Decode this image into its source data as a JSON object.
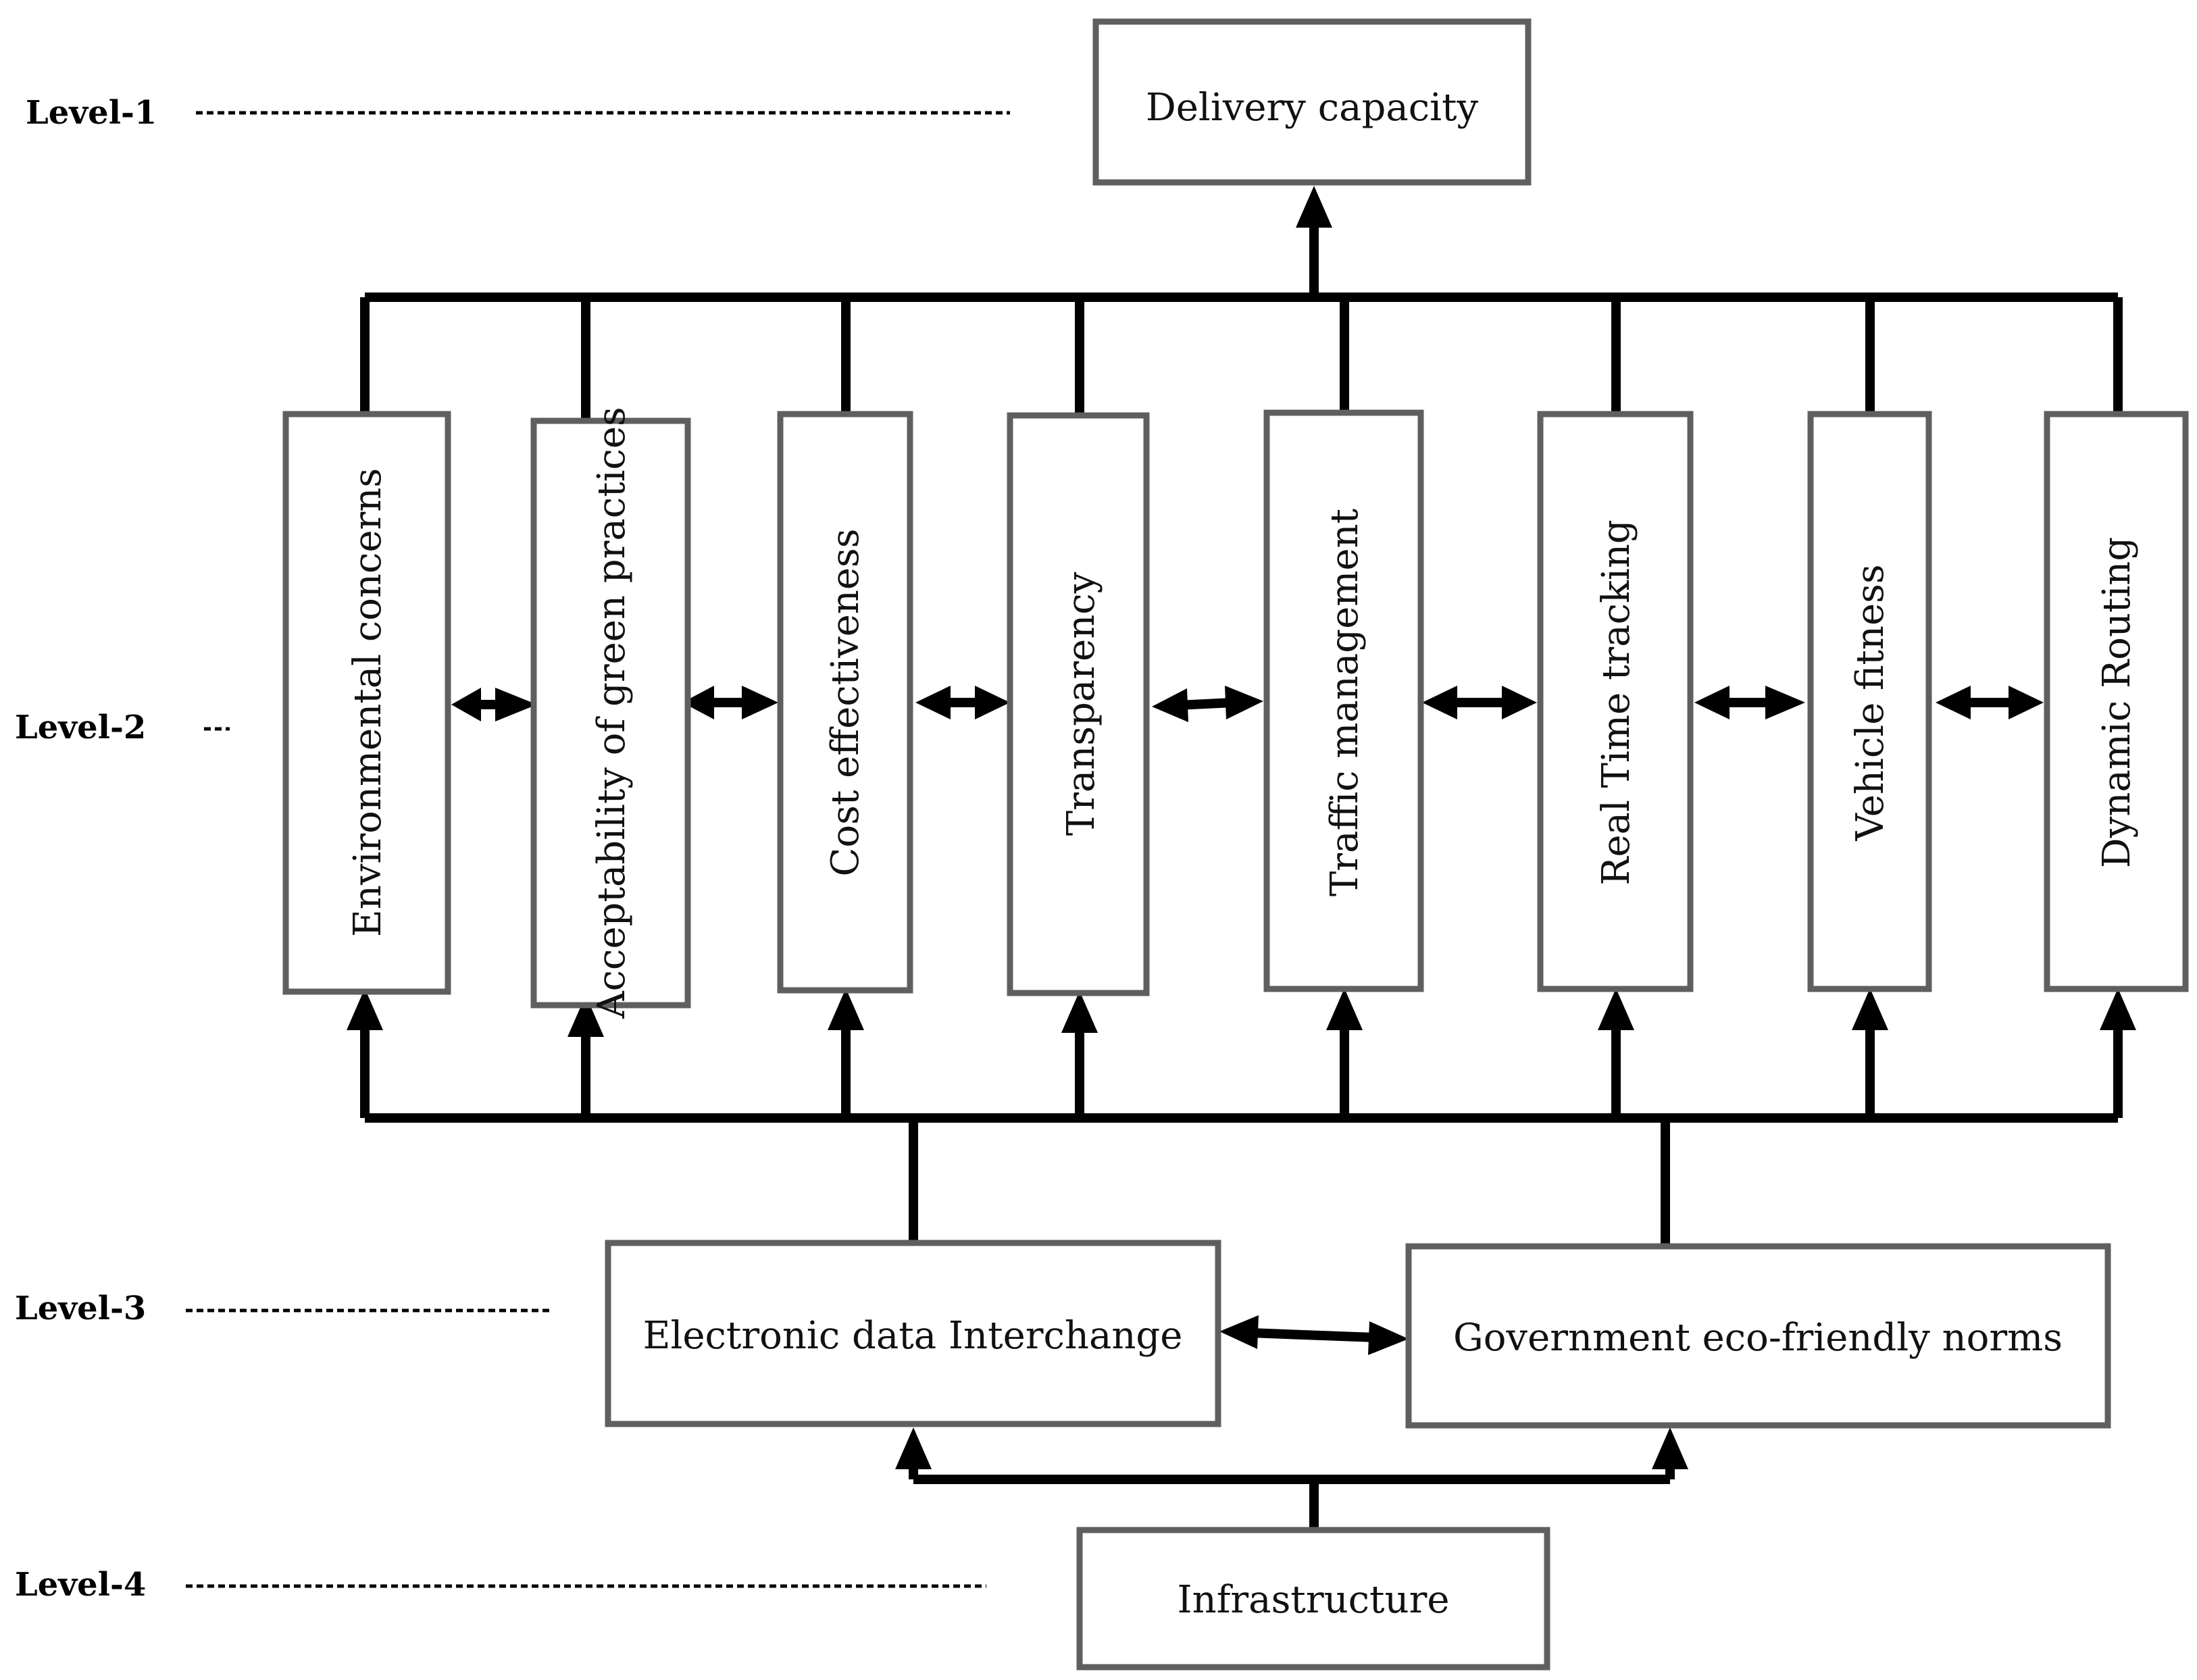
{
  "levels": {
    "l1": "Level-1",
    "l2": "Level-2",
    "l3": "Level-3",
    "l4": "Level-4"
  },
  "nodes": {
    "delivery_capacity": "Delivery capacity",
    "environmental_concerns": "Environmental concerns",
    "acceptability_green": "Acceptability of green practices",
    "cost_effectiveness": "Cost effectiveness",
    "transparency": "Transparency",
    "traffic_management": "Traffic management",
    "real_time_tracking": "Real Time tracking",
    "vehicle_fitness": "Vehicle fitness",
    "dynamic_routing": "Dynamic Routing",
    "edi": "Electronic data Interchange",
    "gov_norms": "Government eco-friendly norms",
    "infrastructure": "Infrastructure"
  }
}
